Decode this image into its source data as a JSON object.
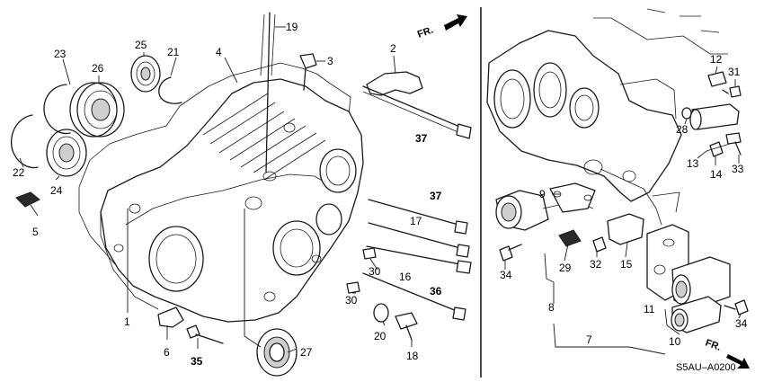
{
  "labels": {
    "l1": "1",
    "l2": "2",
    "l3": "3",
    "l4": "4",
    "l5": "5",
    "l6": "6",
    "l7": "7",
    "l8": "8",
    "l9": "9",
    "l10": "10",
    "l11": "11",
    "l12": "12",
    "l13": "13",
    "l14": "14",
    "l15": "15",
    "l16": "16",
    "l17": "17",
    "l18": "18",
    "l19": "19",
    "l20": "20",
    "l21": "21",
    "l22": "22",
    "l23": "23",
    "l24": "24",
    "l25": "25",
    "l26": "26",
    "l27": "27",
    "l28": "28",
    "l29": "29",
    "l30a": "30",
    "l30b": "30",
    "l31": "31",
    "l32": "32",
    "l33": "33",
    "l34a": "34",
    "l34b": "34",
    "l35": "35",
    "l36": "36",
    "l37a": "37",
    "l37b": "37"
  },
  "front_arrow_label": "FR.",
  "diagram_code": "S5AU–A0200"
}
